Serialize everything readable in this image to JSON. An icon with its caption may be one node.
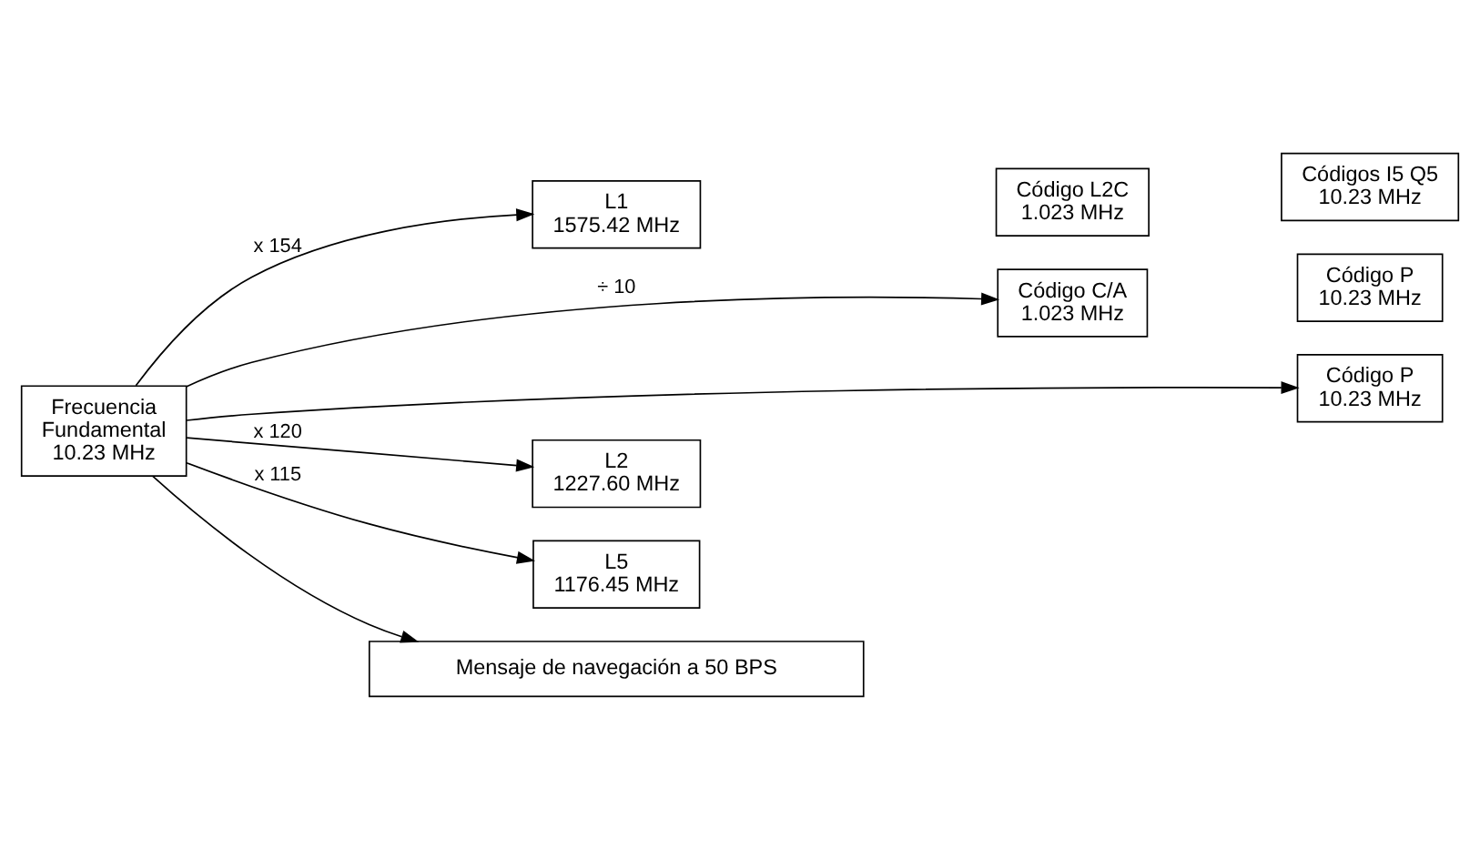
{
  "diagram": {
    "nodes": [
      {
        "text": [
          "Frecuencia Fundamental 10.23 MHz"
        ]
      },
      {
        "text": [
          "L1",
          "1575.42 MHz"
        ]
      },
      {
        "text": [
          "Código C/A",
          "1.023 MHz"
        ]
      },
      {
        "text": [
          "Código P",
          "10.23 MHz"
        ]
      },
      {
        "text": [
          "L2",
          "1227.60 MHz"
        ]
      },
      {
        "text": [
          "Código L2C",
          "1.023 MHz"
        ]
      },
      {
        "text": [
          "Código P",
          "10.23 MHz"
        ]
      },
      {
        "text": [
          "L5",
          "1176.45 MHz"
        ]
      },
      {
        "text": [
          "Códigos I5 Q5",
          "10.23 MHz"
        ]
      },
      {
        "text": [
          "Mensaje de navegación a 50 BPS"
        ]
      }
    ],
    "edges": [
      {
        "from": 0,
        "to": 3,
        "arrow": "to"
      },
      {
        "from": 0,
        "to": 2,
        "arrow": "to",
        "label": "÷ 10"
      },
      {
        "from": 0,
        "to": 1,
        "arrow": "to",
        "label": "x 154"
      },
      {
        "from": 0,
        "to": 4,
        "arrow": "to",
        "label": "x 120"
      },
      {
        "from": 0,
        "to": 7,
        "arrow": "to",
        "label": "x 115"
      },
      {
        "from": 0,
        "to": 9,
        "arrow": "to"
      }
    ]
  }
}
